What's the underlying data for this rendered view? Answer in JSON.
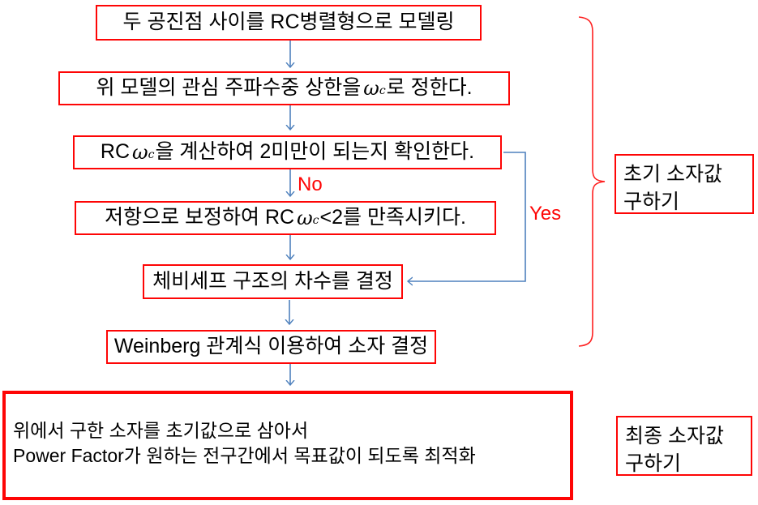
{
  "steps": {
    "s1": {
      "text": "두 공진점 사이를 RC병렬형으로 모델링"
    },
    "s2": {
      "pre": "위 모델의 관심 주파수중 상한을",
      "omega": "ω",
      "omega_sub": "c",
      "post": "로 정한다."
    },
    "s3": {
      "pre": "RC",
      "omega": "ω",
      "omega_sub": "c",
      "post": "을 계산하여 2미만이 되는지 확인한다."
    },
    "s4": {
      "pre": "저항으로 보정하여 RC",
      "omega": "ω",
      "omega_sub": "c",
      "post": "<2를 만족시키다."
    },
    "s5": {
      "text": "체비세프 구조의 차수를 결정"
    },
    "s6": {
      "text": "Weinberg 관계식 이용하여 소자 결정"
    },
    "final": {
      "line1": "위에서 구한 소자를 초기값으로 삼아서",
      "line2": "Power Factor가 원하는 전구간에서 목표값이 되도록 최적화"
    }
  },
  "branch_labels": {
    "no": "No",
    "yes": "Yes"
  },
  "annotations": {
    "initial": {
      "line1": "초기 소자값",
      "line2": "구하기"
    },
    "final": {
      "line1": "최종 소자값",
      "line2": "구하기"
    }
  },
  "colors": {
    "box_border": "#fe0505",
    "arrow": "#4f81bd",
    "branch_label": "#fe0505",
    "text": "#000000",
    "background": "#ffffff"
  }
}
